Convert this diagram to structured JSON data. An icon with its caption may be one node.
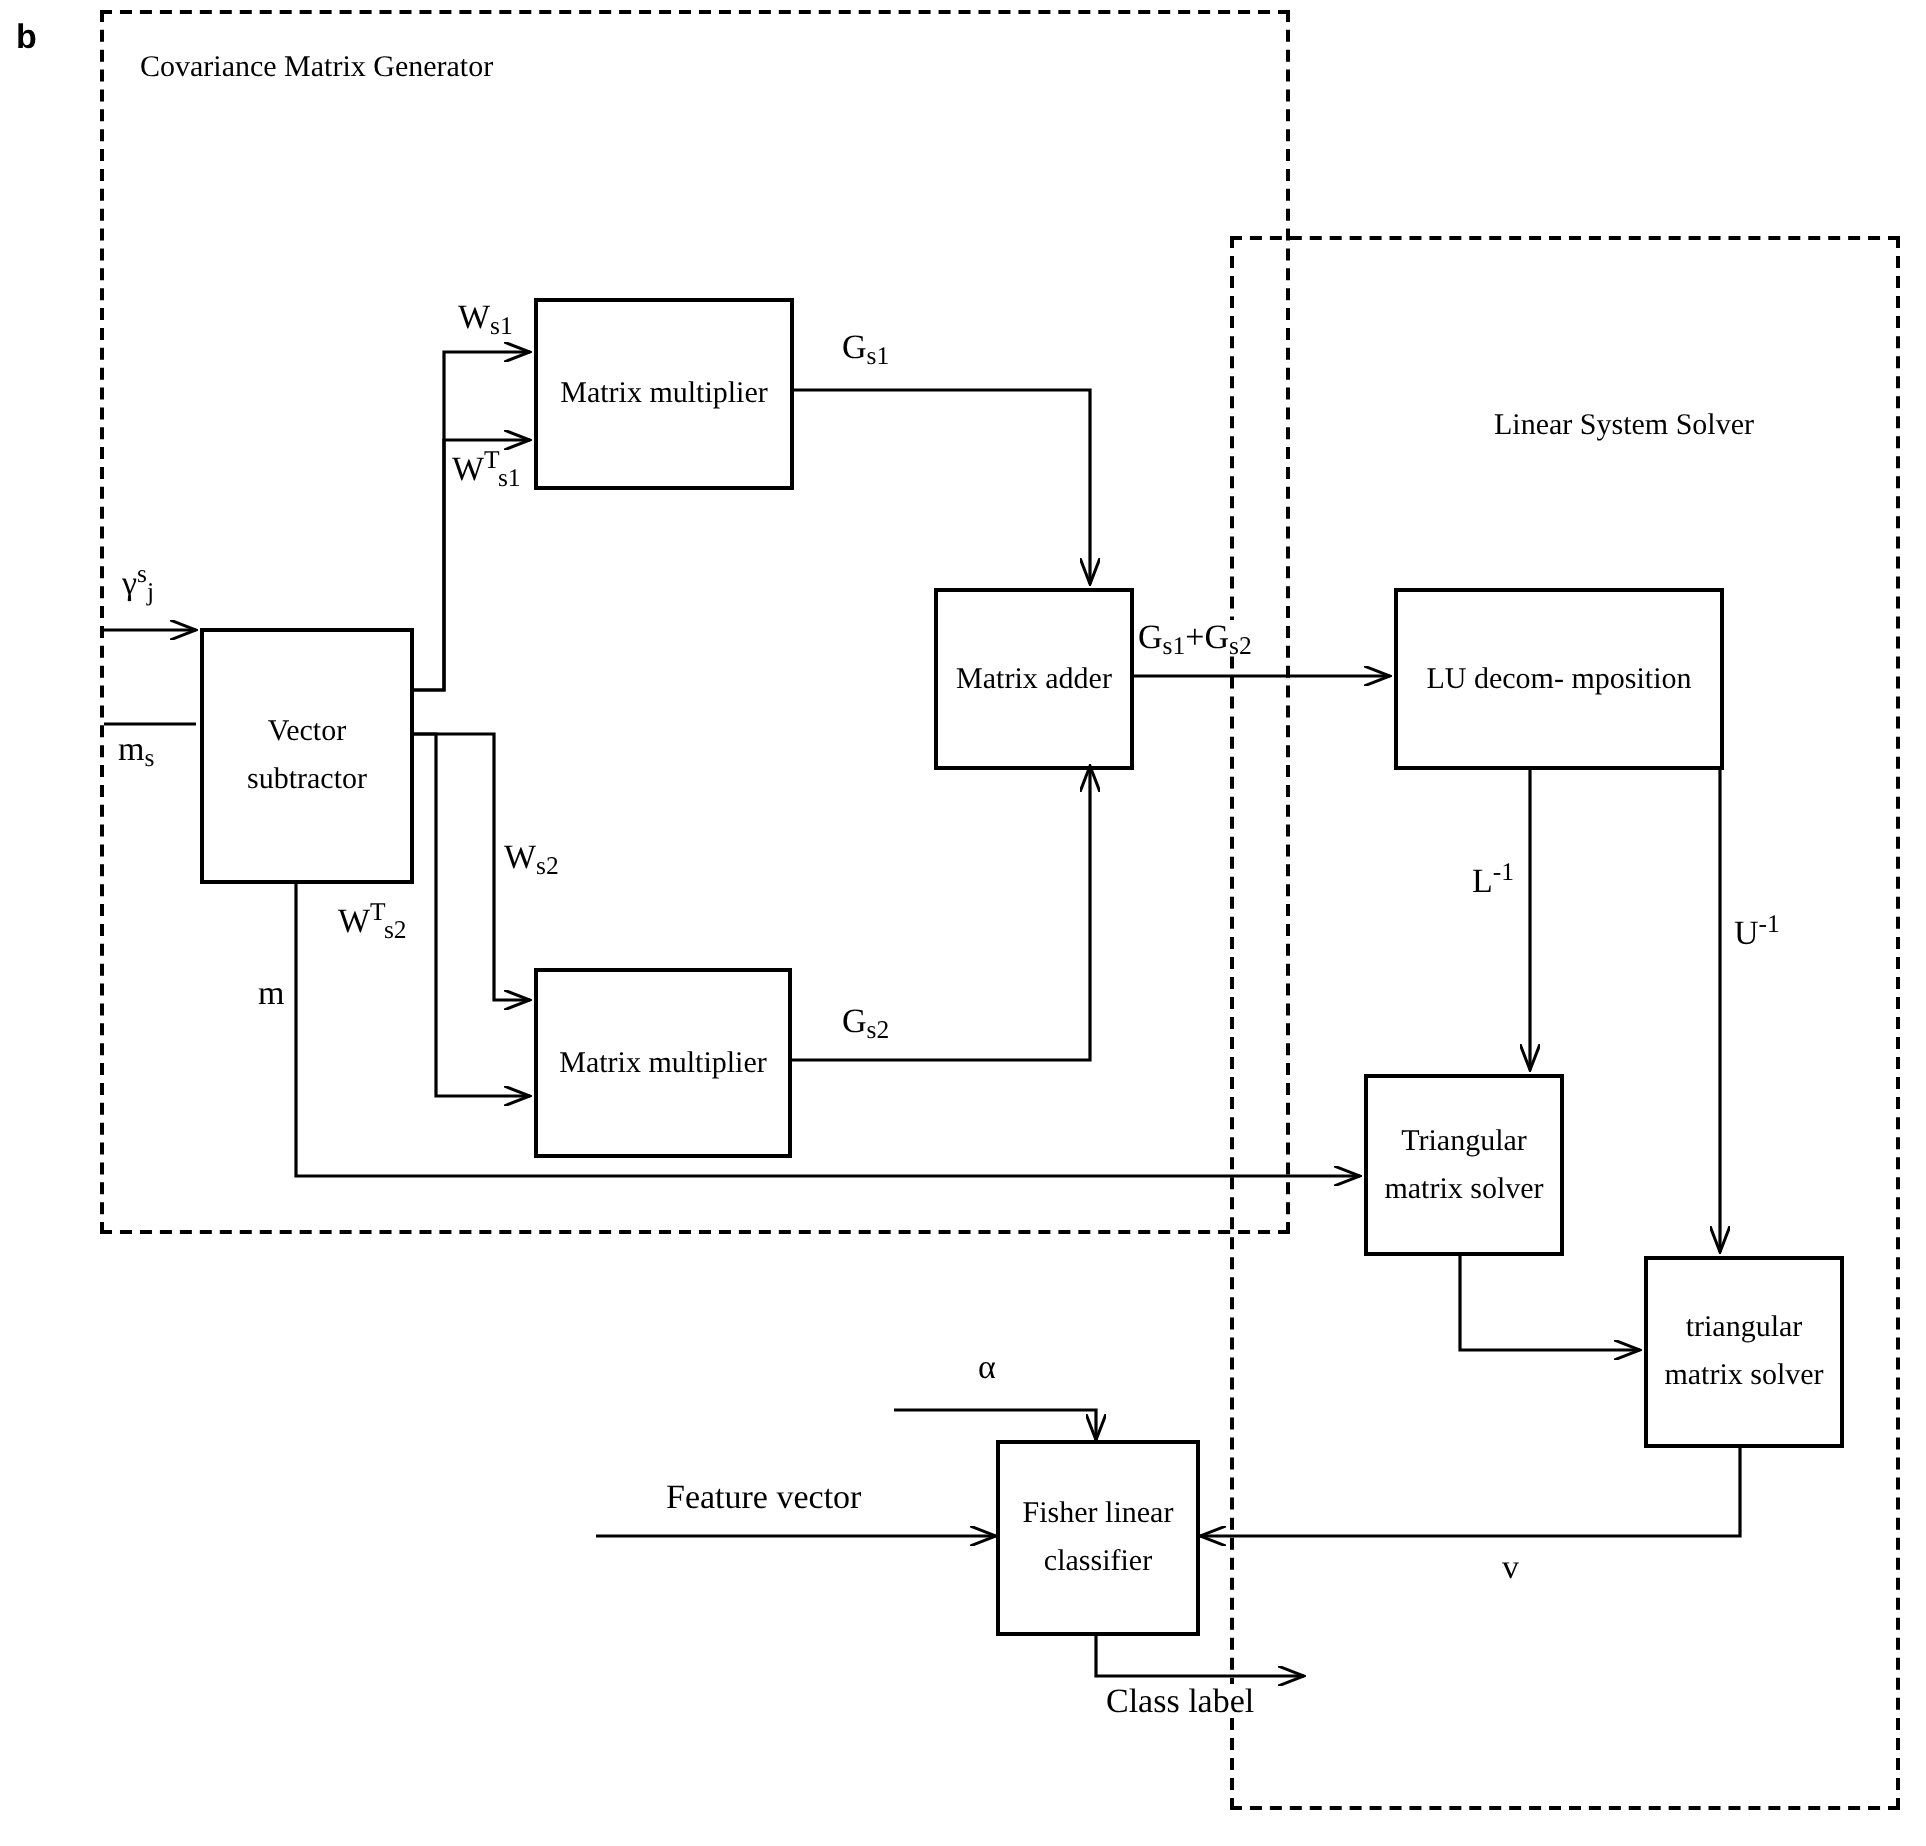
{
  "diagram": {
    "nodes": [
      {
        "text": [
          "Covariance Matrix Generator"
        ]
      },
      {
        "text": [
          "Linear System Solver"
        ]
      },
      {
        "text": [
          "Vector subtractor"
        ],
        "in": 0
      },
      {
        "text": [
          "Matrix multiplier"
        ],
        "in": 0
      },
      {
        "text": [
          "Matrix adder"
        ],
        "in": 0
      },
      {
        "text": [
          "Matrix multiplier"
        ],
        "in": 0
      },
      {
        "text": [
          "LU decom- mposition"
        ],
        "in": 1
      },
      {
        "text": [
          "Triangular matrix solver"
        ],
        "in": 1
      },
      {
        "text": [
          "triangular matrix solver"
        ],
        "in": 1
      },
      {
        "text": [
          "Fisher linear classifier"
        ]
      }
    ],
    "edges": [
      {
        "from": null,
        "to": 2,
        "arrow": "to",
        "label": "γ$^{s}$$_{j}$"
      },
      {
        "from": null,
        "to": 2,
        "arrow": "none",
        "label": "m$_{s}$"
      },
      {
        "from": 2,
        "to": 3,
        "arrow": "to",
        "label": "W$_{s1}$"
      },
      {
        "from": 2,
        "to": 3,
        "arrow": "to",
        "label": "W$^{T}$$_{s1}$"
      },
      {
        "from": 3,
        "to": 4,
        "arrow": "to",
        "label": "G$_{s1}$"
      },
      {
        "from": 2,
        "to": 5,
        "arrow": "to",
        "label": "W$_{s2}$"
      },
      {
        "from": 2,
        "to": 5,
        "arrow": "to",
        "label": "W$^{T}$$_{s2}$"
      },
      {
        "from": 5,
        "to": 4,
        "arrow": "to",
        "label": "G$_{s2}$"
      },
      {
        "from": 4,
        "to": 6,
        "arrow": "to",
        "label": "G$_{s1}$+G$_{s2}$"
      },
      {
        "from": 2,
        "to": 7,
        "arrow": "to",
        "label": "m"
      },
      {
        "from": 6,
        "to": 7,
        "arrow": "to",
        "label": "L$^{-1}$"
      },
      {
        "from": 6,
        "to": 8,
        "arrow": "to",
        "label": "U$^{-1}$"
      },
      {
        "from": 7,
        "to": 8,
        "arrow": "to"
      },
      {
        "from": 8,
        "to": 9,
        "arrow": "to",
        "label": "v"
      },
      {
        "from": null,
        "to": 9,
        "arrow": "to",
        "label": "α"
      },
      {
        "from": null,
        "to": 9,
        "arrow": "to",
        "label": "Feature vector"
      },
      {
        "from": 9,
        "to": null,
        "arrow": "to",
        "label": "Class label"
      }
    ],
    "labels": [
      "b"
    ]
  }
}
